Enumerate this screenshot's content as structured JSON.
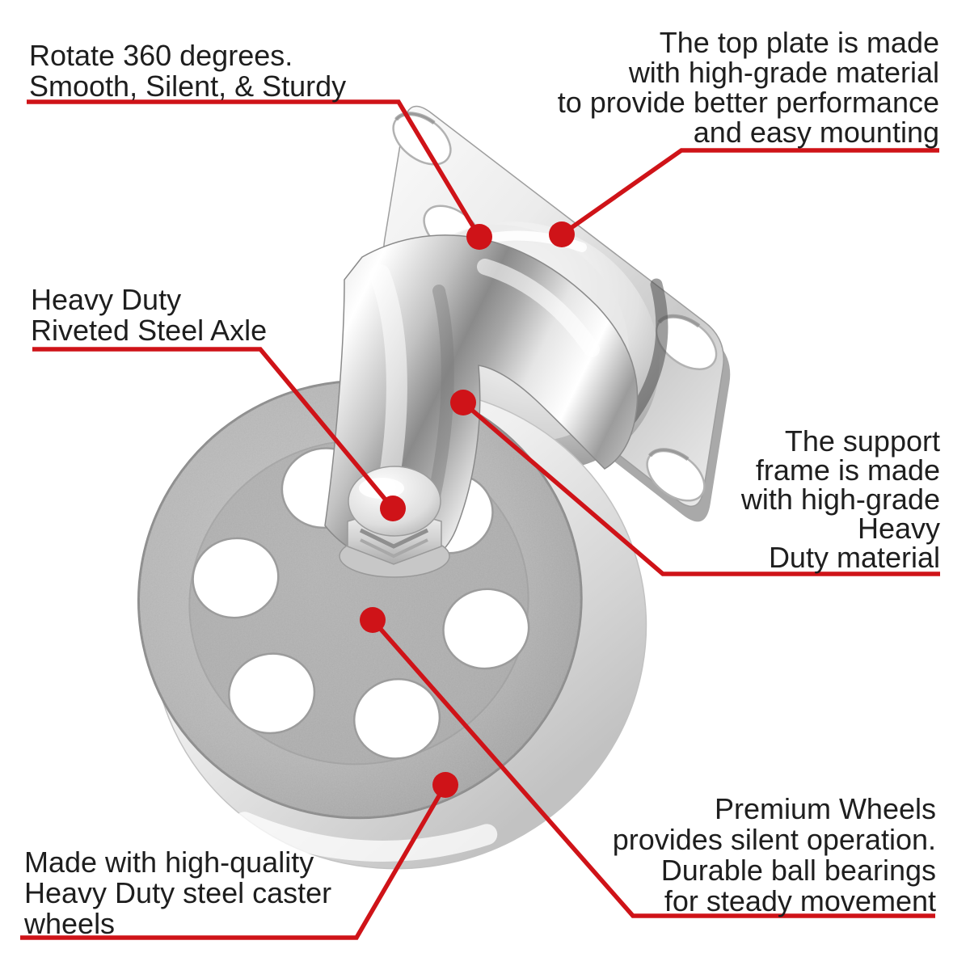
{
  "colors": {
    "annotation_red": "#cf1318",
    "text": "#1e1e1e",
    "background": "#ffffff"
  },
  "callouts": [
    {
      "id": "rotate-360",
      "align": "left",
      "text": "Rotate 360 degrees.\nSmooth, Silent, & Sturdy"
    },
    {
      "id": "top-plate",
      "align": "right",
      "text": "The top plate is made\nwith high-grade material\nto provide better performance\nand easy mounting"
    },
    {
      "id": "riveted-axle",
      "align": "left",
      "text": "Heavy Duty\nRiveted Steel Axle"
    },
    {
      "id": "support-frame",
      "align": "right",
      "text": "The support\nframe is made\nwith high-grade\nHeavy\nDuty material"
    },
    {
      "id": "wheel-material",
      "align": "left",
      "text": "Made with high-quality\nHeavy Duty steel caster\nwheels"
    },
    {
      "id": "premium-wheels",
      "align": "right",
      "text": "Premium Wheels\nprovides silent operation.\nDurable ball bearings\nfor steady movement"
    }
  ]
}
